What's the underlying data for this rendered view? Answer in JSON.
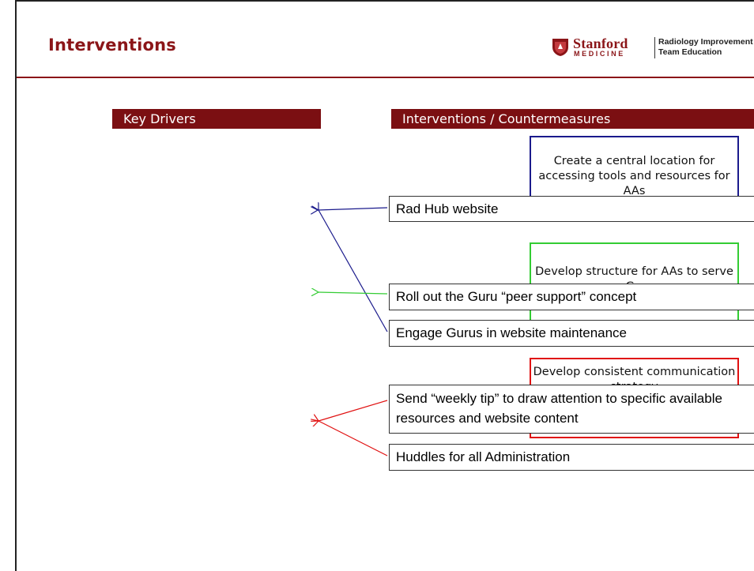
{
  "slide": {
    "title": "Interventions",
    "logo": {
      "name": "Stanford",
      "sub": "MEDICINE",
      "dept_line1": "Radiology Improvement",
      "dept_line2": "Team Education"
    }
  },
  "headers": {
    "key_drivers": "Key Drivers",
    "interventions": "Interventions / Countermeasures"
  },
  "countermeasures": [
    {
      "text": "Create a central location for accessing tools and resources for AAs",
      "color": "#1a1a8c"
    },
    {
      "text": "Develop structure for AAs to serve as Gurus",
      "color": "#33cc33"
    },
    {
      "text": "Develop consistent communication strategy",
      "color": "#e01010"
    }
  ],
  "interventions": [
    {
      "text": "Rad Hub website"
    },
    {
      "text": "Roll out the Guru “peer support” concept"
    },
    {
      "text": "Engage Gurus in website maintenance"
    },
    {
      "text": "Send “weekly tip” to draw attention to specific available resources and website content"
    },
    {
      "text": "Huddles for all Administration"
    }
  ],
  "arrows": {
    "blue": "#1a1a8c",
    "green": "#33cc33",
    "red": "#e01010"
  }
}
